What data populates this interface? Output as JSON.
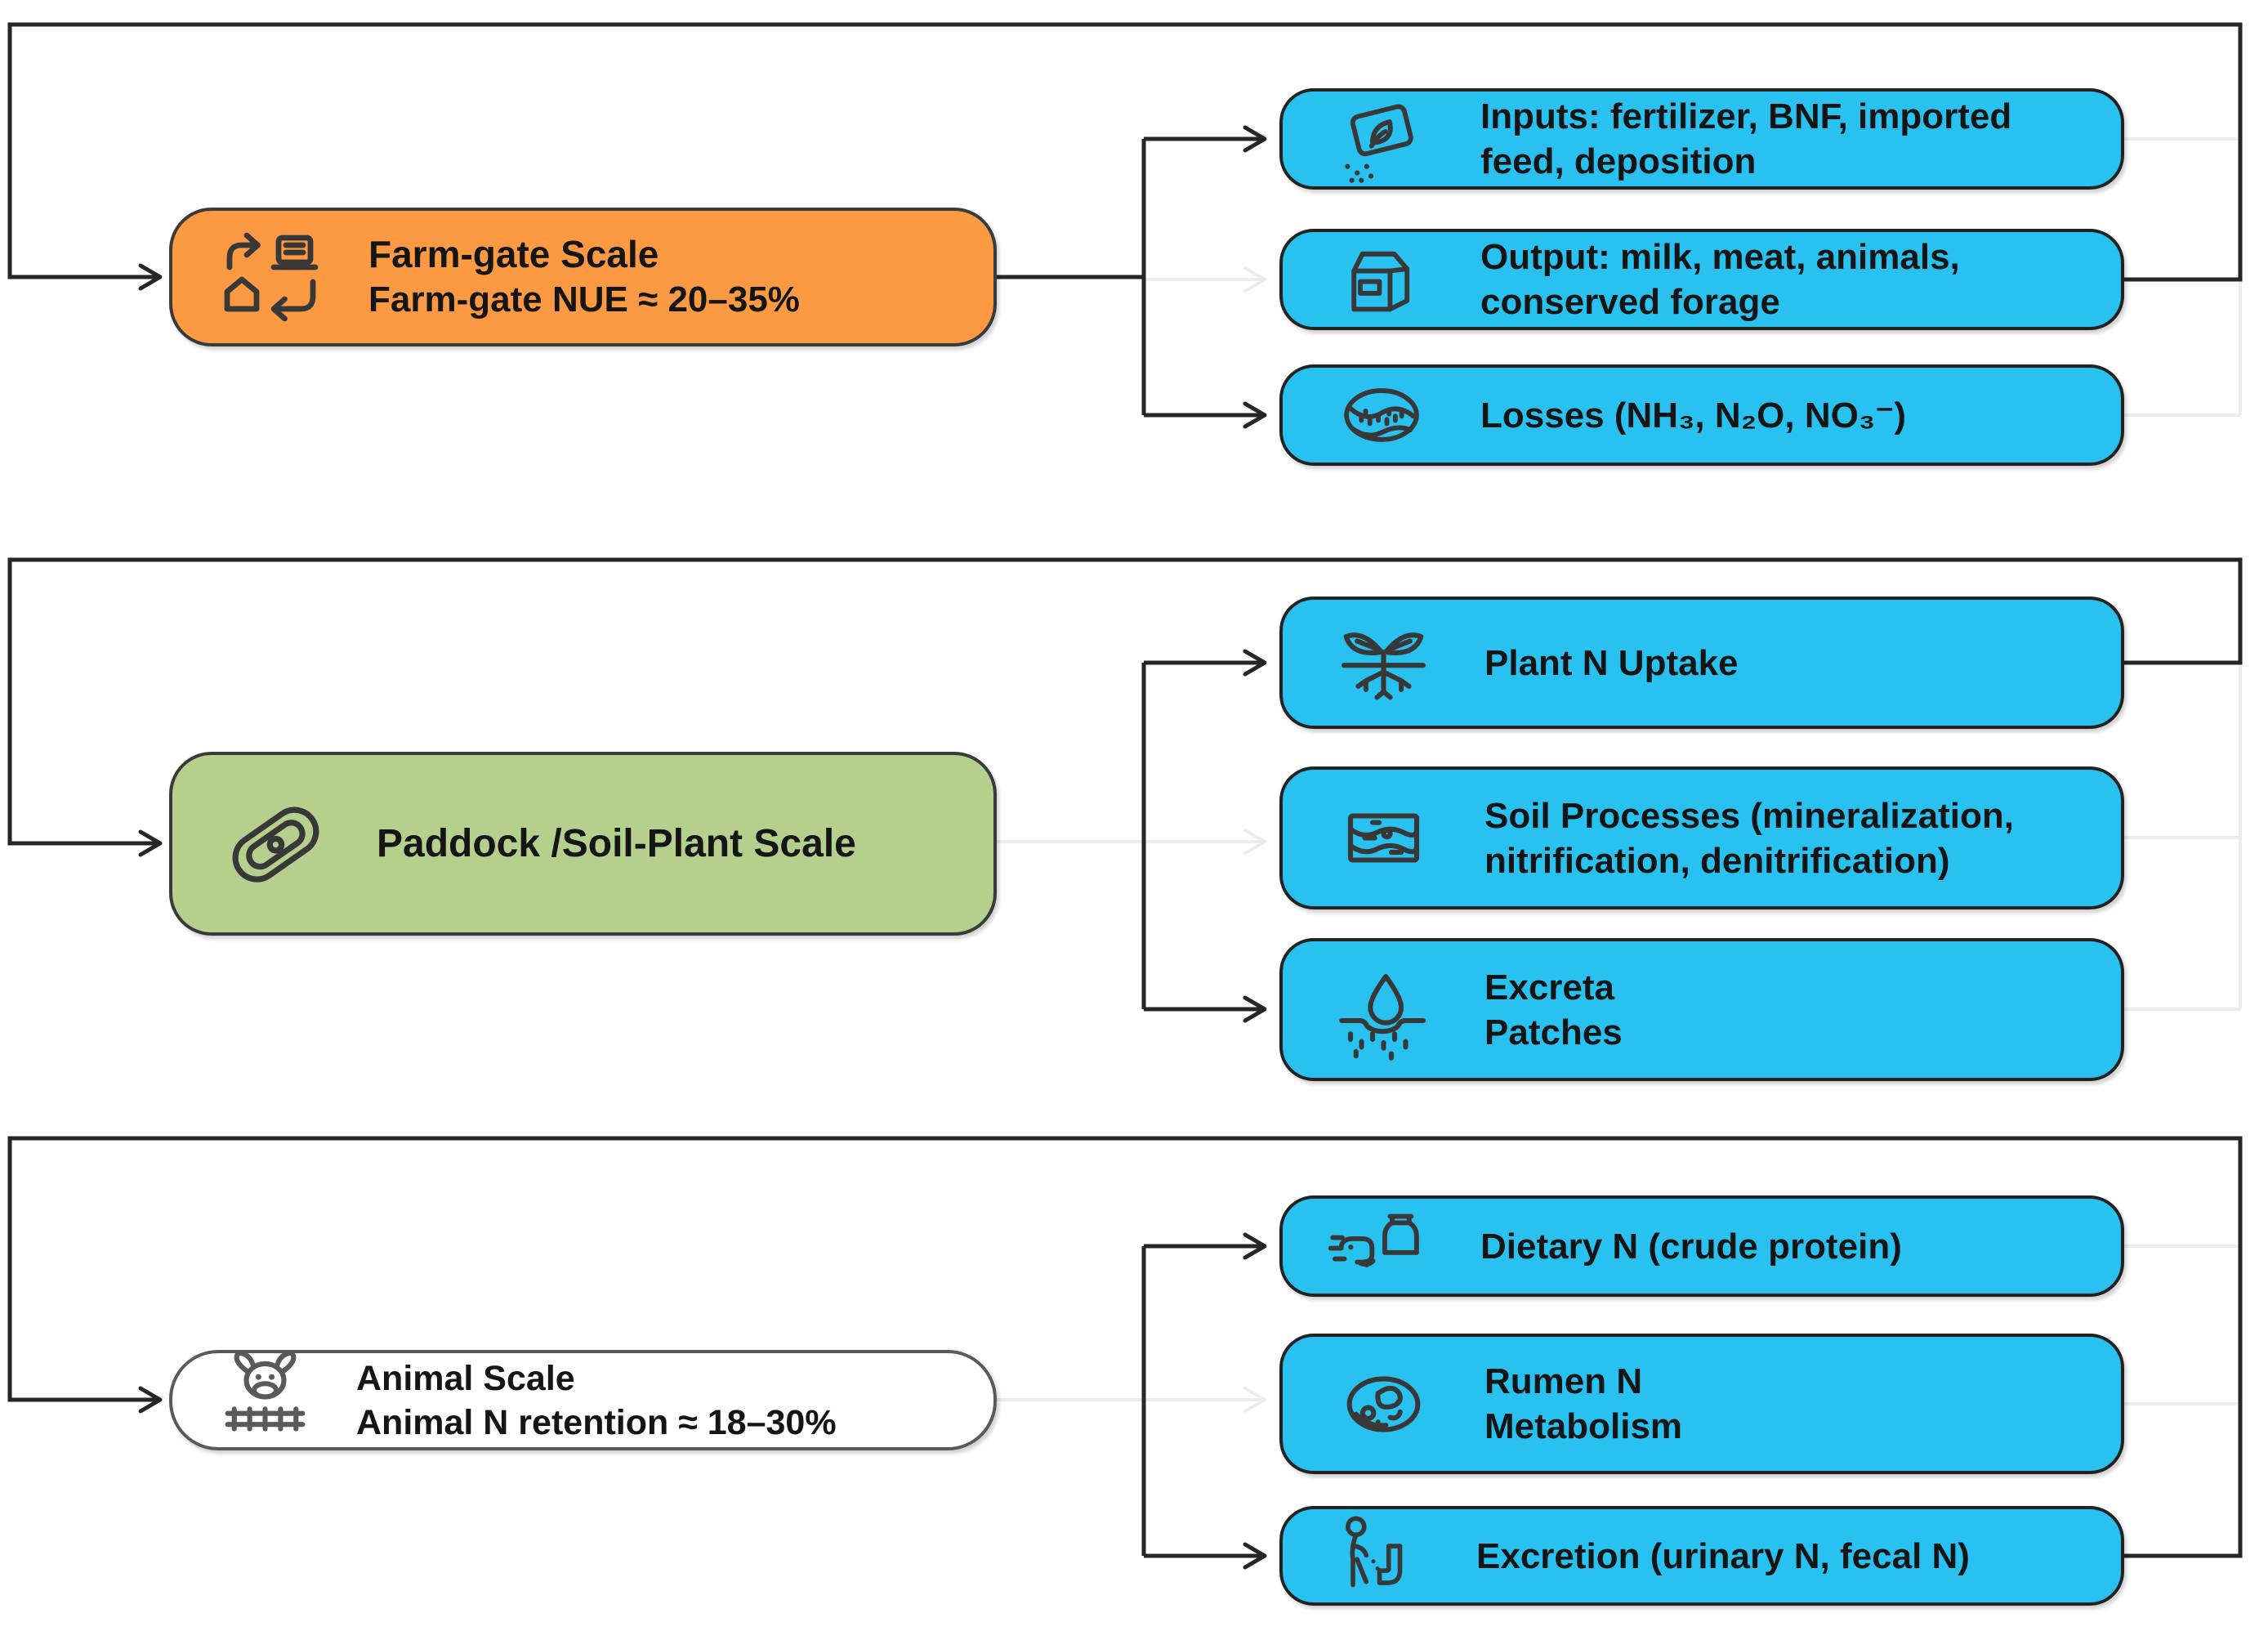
{
  "palette": {
    "child_box_fill": "#29C2F0",
    "farm_gate_fill": "#FB9A42",
    "paddock_fill": "#B4D08C",
    "animal_fill": "#FFFFFF",
    "connector_dark": "#262626",
    "connector_faint": "#ECECEC",
    "box_border": "#222222",
    "text": "#151515"
  },
  "sections": [
    {
      "scale_box": {
        "title": "Farm-gate Scale",
        "subtitle": "Farm-gate NUE ≈ 20–35%",
        "icon": "farm-nutrient-cycle-icon"
      },
      "children": [
        {
          "label": "Inputs: fertilizer, BNF, imported\nfeed, deposition",
          "icon": "fertilizer-spreading-icon"
        },
        {
          "label": "Output: milk, meat, animals,\nconserved forage",
          "icon": "milk-carton-icon"
        },
        {
          "label": "Losses (NH₃, N₂O, NO₃⁻)",
          "icon": "soil-patch-losses-icon"
        }
      ]
    },
    {
      "scale_box": {
        "title": "Paddock /Soil-Plant Scale",
        "subtitle": "",
        "icon": "paddock-loop-icon"
      },
      "children": [
        {
          "label": "Plant N Uptake",
          "icon": "plant-n-uptake-icon"
        },
        {
          "label": "Soil Processes (mineralization,\nnitrification, denitrification)",
          "icon": "soil-layers-icon"
        },
        {
          "label": "Excreta\nPatches",
          "icon": "excreta-patch-icon"
        }
      ]
    },
    {
      "scale_box": {
        "title": "Animal Scale",
        "subtitle": "Animal N retention ≈ 18–30%",
        "icon": "cow-face-fence-icon"
      },
      "children": [
        {
          "label": "Dietary N (crude protein)",
          "icon": "dietary-feed-icon"
        },
        {
          "label": "Rumen N\nMetabolism",
          "icon": "rumen-microbe-icon"
        },
        {
          "label": "Excretion (urinary N, fecal N)",
          "icon": "excretion-icon"
        }
      ]
    }
  ]
}
